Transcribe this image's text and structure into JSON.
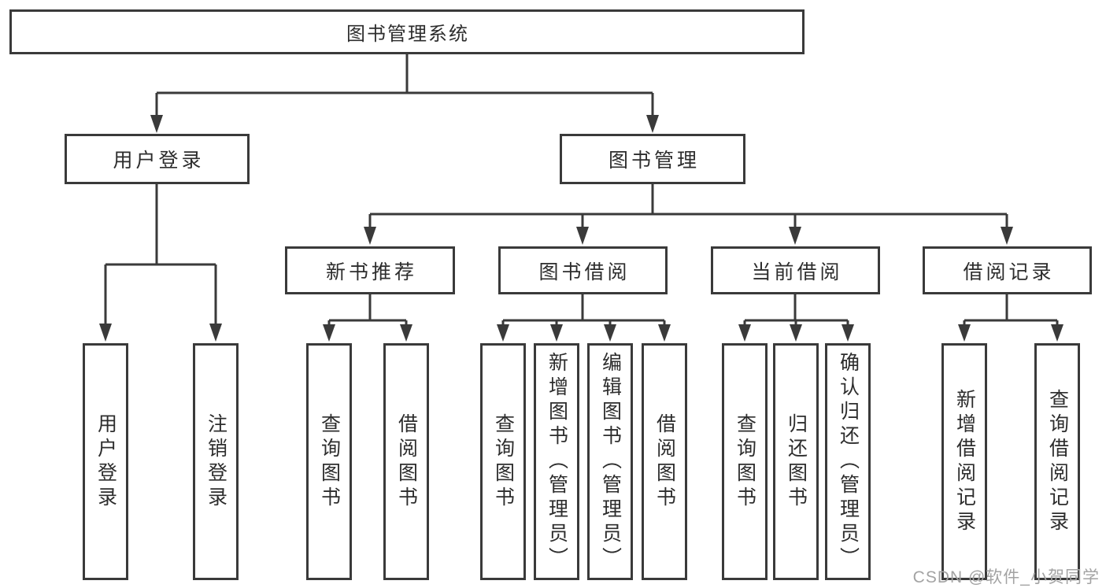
{
  "diagram": {
    "root": {
      "label": "图书管理系统"
    },
    "level2": [
      {
        "label": "用户登录"
      },
      {
        "label": "图书管理"
      }
    ],
    "level3": [
      {
        "label": "新书推荐"
      },
      {
        "label": "图书借阅"
      },
      {
        "label": "当前借阅"
      },
      {
        "label": "借阅记录"
      }
    ],
    "leaves": [
      {
        "label": "用户登录"
      },
      {
        "label": "注销登录"
      },
      {
        "label": "查询图书"
      },
      {
        "label": "借阅图书"
      },
      {
        "label": "查询图书"
      },
      {
        "label": "新增图书（管理员）"
      },
      {
        "label": "编辑图书（管理员）"
      },
      {
        "label": "借阅图书"
      },
      {
        "label": "查询图书"
      },
      {
        "label": "归还图书"
      },
      {
        "label": "确认归还（管理员）"
      },
      {
        "label": "新增借阅记录"
      },
      {
        "label": "查询借阅记录"
      }
    ]
  },
  "watermark": {
    "text": "CSDN @软件_小贺同学"
  },
  "colors": {
    "line": "#3a3a3a",
    "text": "#2d2d2d",
    "box_background": "#ffffff",
    "watermark": "#a3a3a3",
    "page_background": "#ffffff"
  }
}
